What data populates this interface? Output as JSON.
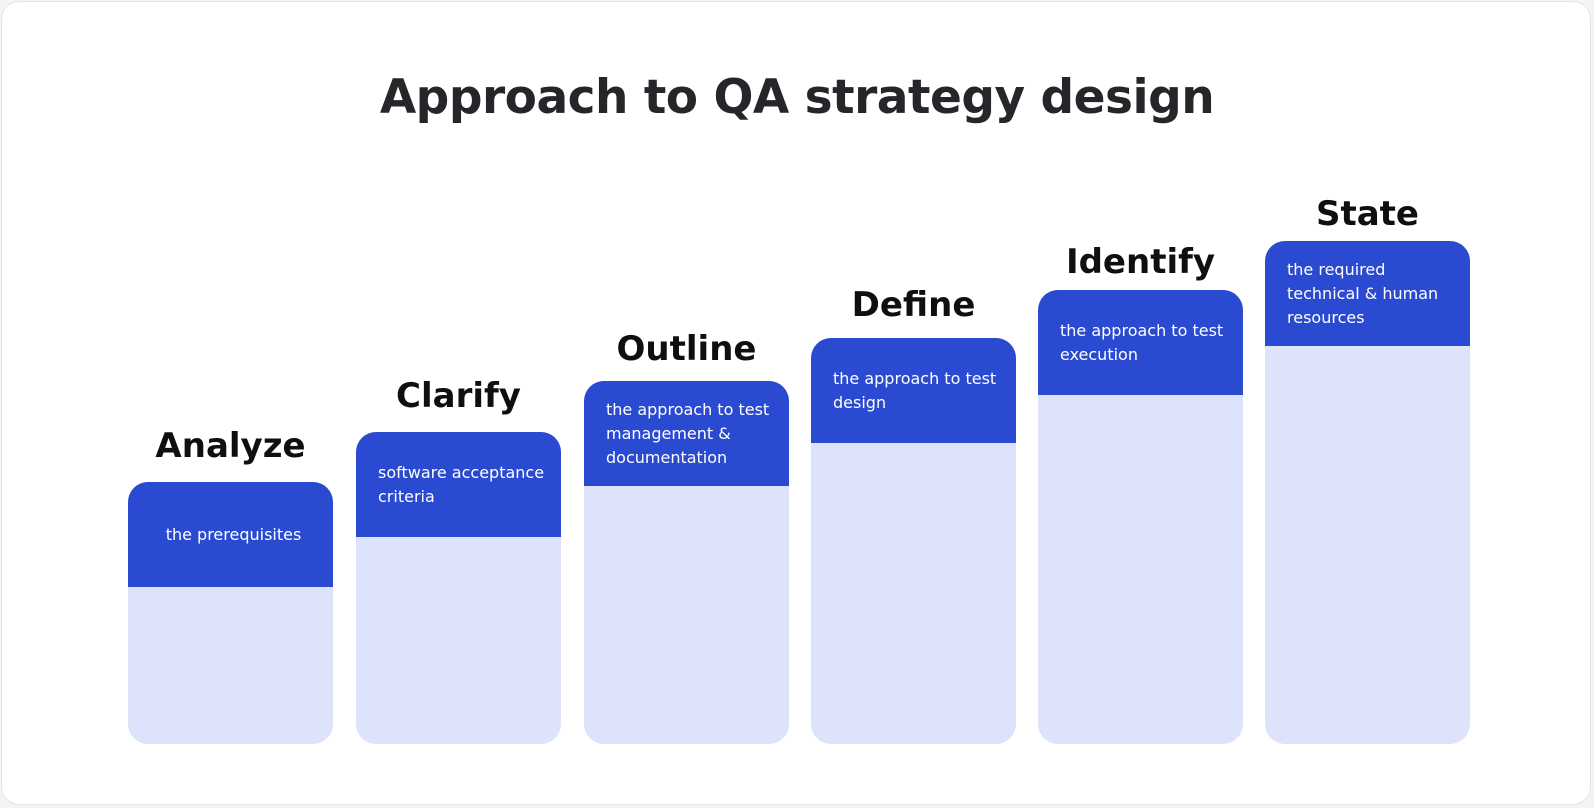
{
  "title": "Approach to QA strategy design",
  "colors": {
    "header_blue": "#2a4bd1",
    "bar_light": "#dde3fb",
    "title_text": "#25262a",
    "label_text": "#0f0f10"
  },
  "steps": [
    {
      "label": "Analyze",
      "text": "the prerequisites"
    },
    {
      "label": "Clarify",
      "text": "software acceptance criteria"
    },
    {
      "label": "Outline",
      "text": "the approach to test management & documentation"
    },
    {
      "label": "Define",
      "text": "the approach to test design"
    },
    {
      "label": "Identify",
      "text": "the approach to test execution"
    },
    {
      "label": "State",
      "text": "the required technical & human resources"
    }
  ]
}
